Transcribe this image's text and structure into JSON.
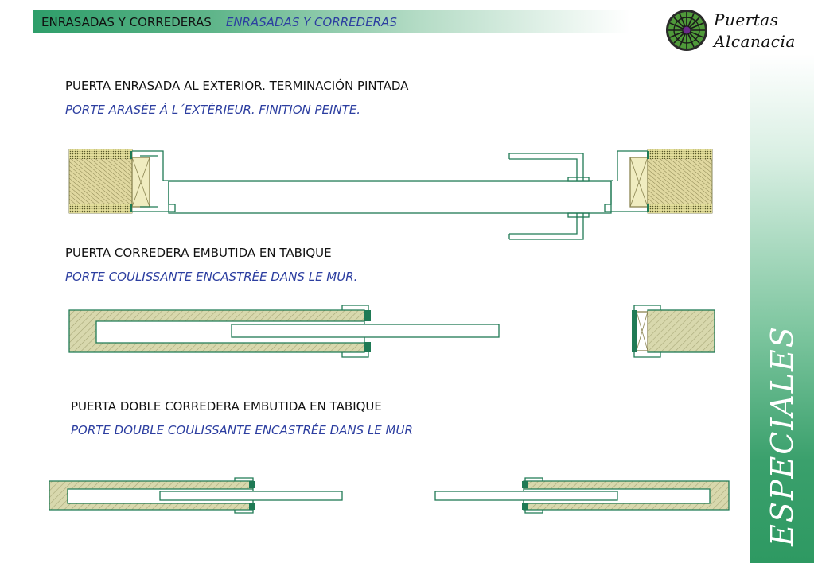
{
  "header": {
    "title_es": "ENRASADAS Y CORREDERAS",
    "title_fr": "ENRASADAS Y CORREDERAS"
  },
  "logo": {
    "line1": "Puertas",
    "line2": "Alcanacia"
  },
  "sidebar": {
    "label": "ESPECIALES"
  },
  "sections": [
    {
      "title_es": "PUERTA ENRASADA AL EXTERIOR. TERMINACIÓN PINTADA",
      "title_fr": "PORTE ARASÉE À L´EXTÉRIEUR. FINITION PEINTE."
    },
    {
      "title_es": "PUERTA CORREDERA EMBUTIDA EN TABIQUE",
      "title_fr": "PORTE COULISSANTE ENCASTRÉE DANS LE MUR."
    },
    {
      "title_es": "PUERTA DOBLE CORREDERA EMBUTIDA EN TABIQUE",
      "title_fr": "PORTE DOUBLE COULISSANTE ENCASTRÉE DANS LE MUR"
    }
  ],
  "colors": {
    "brand_green": "#2e9e6a",
    "line_green": "#1f7a55",
    "wall_fill": "#d5d5a8",
    "text_blue": "#2c3ea0"
  }
}
